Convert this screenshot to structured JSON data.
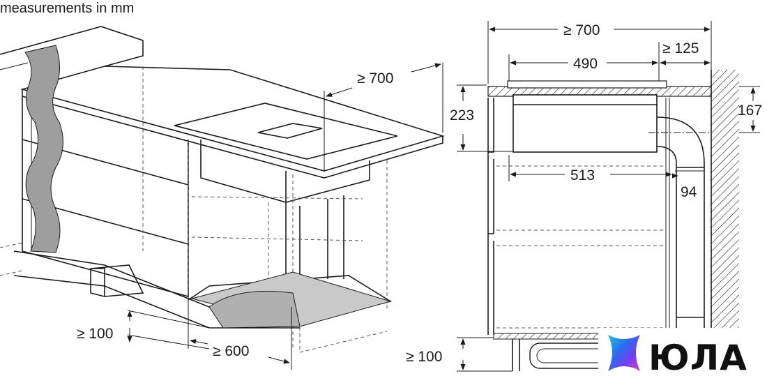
{
  "caption": "measurements in mm",
  "left_view": {
    "dim_depth": "≥ 700",
    "dim_plinth_height": "≥ 100",
    "dim_cabinet_depth": "≥ 600"
  },
  "right_view": {
    "dim_total_depth": "≥ 700",
    "dim_hob_depth": "490",
    "dim_wall_gap": "≥ 125",
    "dim_hob_height": "223",
    "dim_duct_center": "167",
    "dim_unit_depth": "513",
    "dim_duct_width": "94",
    "dim_plinth_height": "≥ 100"
  },
  "watermark": {
    "brand_text": "ЮЛА"
  },
  "colors": {
    "line": "#1a1a1a",
    "duct_fill": "#9e9e9e",
    "logo_gradient": [
      "#2a6cf0",
      "#7a3cf0",
      "#e040c0",
      "#20c0e0"
    ]
  }
}
